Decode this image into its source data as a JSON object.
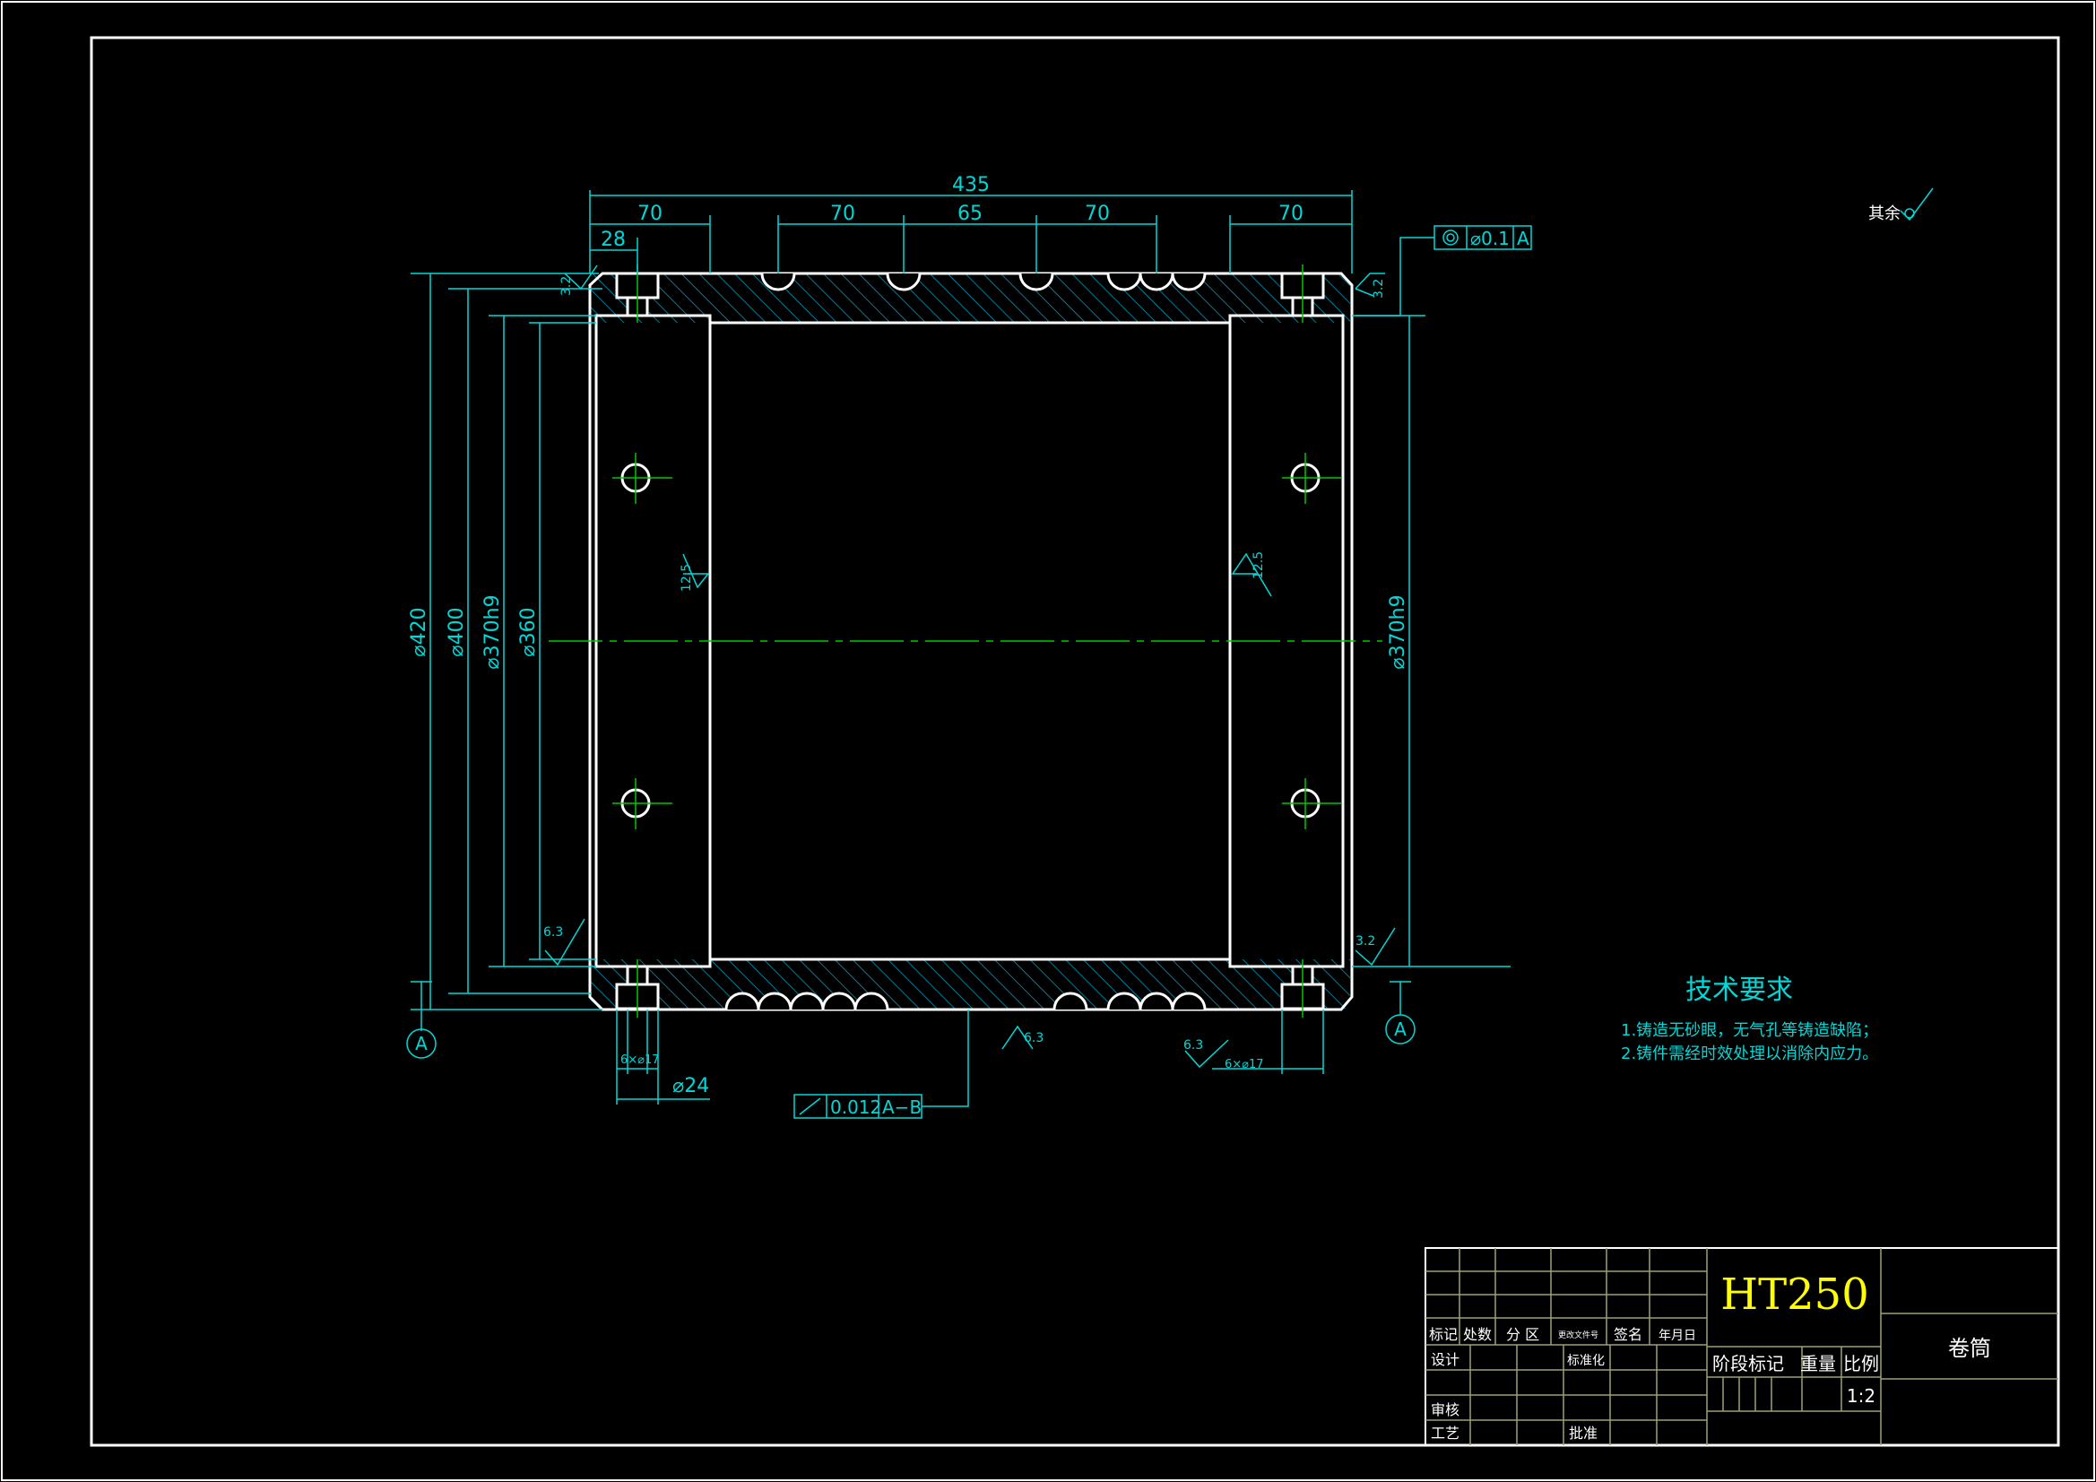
{
  "drawing": {
    "dims": {
      "overall_length": "435",
      "seg_left": "70",
      "seg_2": "70",
      "seg_3": "65",
      "seg_4": "70",
      "seg_right": "70",
      "end_28": "28",
      "dia_420": "⌀420",
      "dia_400": "⌀400",
      "dia_370h9_left": "⌀370h9",
      "dia_360": "⌀360",
      "dia_370h9_right": "⌀370h9",
      "dia_24": "⌀24",
      "holes_left": "6×⌀17",
      "holes_right": "6×⌀17"
    },
    "roughness": {
      "top_left": "3.2",
      "top_right": "3.2",
      "inner_left": "12.5",
      "inner_right": "12.5",
      "bottom_left": "6.3",
      "bottom_right_low": "3.2",
      "bottom_mid": "6.3",
      "bottom_right": "6.3",
      "other": "其余"
    },
    "tolerances": {
      "concentricity_value": "⌀0.1",
      "concentricity_datum": "A",
      "runout_value": "0.012",
      "runout_datum": "A−B"
    },
    "datums": {
      "left": "A",
      "right": "A"
    }
  },
  "tech_req": {
    "title": "技术要求",
    "line1": "1.铸造无砂眼，无气孔等铸造缺陷；",
    "line2": "2.铸件需经时效处理以消除内应力。"
  },
  "title_block": {
    "material": "HT250",
    "part_name": "卷筒",
    "scale": "1:2",
    "headers": {
      "mark": "标记",
      "count": "处数",
      "zone": "分 区",
      "doc_no": "更改文件号",
      "signature": "签名",
      "date": "年月日"
    },
    "roles": {
      "design": "设计",
      "standard": "标准化",
      "review": "审核",
      "process": "工艺",
      "approve": "批准"
    },
    "stage_mark": "阶段标记",
    "weight": "重量",
    "ratio": "比例"
  },
  "colors": {
    "background": "#000000",
    "outline": "#ffffff",
    "dimension": "#00d8d8",
    "centerline": "#00c800",
    "material_text": "#ffff00",
    "tech_text": "#00d8d8"
  }
}
